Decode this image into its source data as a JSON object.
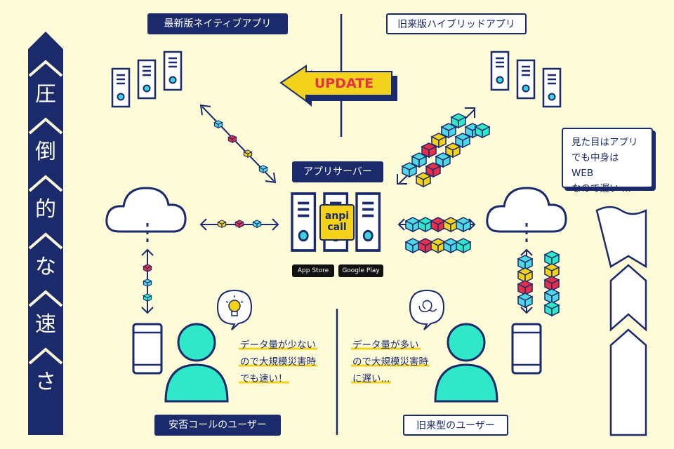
{
  "title_vertical": [
    "圧",
    "倒",
    "的",
    "な",
    "速",
    "さ"
  ],
  "labels": {
    "native_app": "最新版ネイティブアプリ",
    "hybrid_app": "旧来版ハイブリッドアプリ",
    "app_server": "アプリサーバー",
    "anpi_user": "安否コールのユーザー",
    "legacy_user": "旧来型のユーザー"
  },
  "update_arrow": "UPDATE",
  "logo": {
    "line1": "anpi",
    "line2": "call"
  },
  "badges": {
    "app_store": "App Store",
    "google_play": "Google Play"
  },
  "speech": {
    "line1": "見た目はアプリ",
    "line2": "でも中身は WEB",
    "line3": "なので遅い ..."
  },
  "left_note": {
    "line1": "データ量が少ない",
    "line2": "ので大規模災害時",
    "line3": "でも速い！"
  },
  "right_note": {
    "line1": "データ量が多い",
    "line2": "ので大規模災害時",
    "line3": "に遅い..."
  },
  "icons": {
    "left_bubble": "lightbulb-icon",
    "right_bubble": "spiral-icon"
  },
  "colors": {
    "navy": "#1b2a6b",
    "background": "#fdfbd8",
    "yellow": "#f2d21a",
    "red": "#e6304a",
    "cyan": "#4fd7e4",
    "mint": "#2ee8c8",
    "teal": "#2ee8c8"
  }
}
